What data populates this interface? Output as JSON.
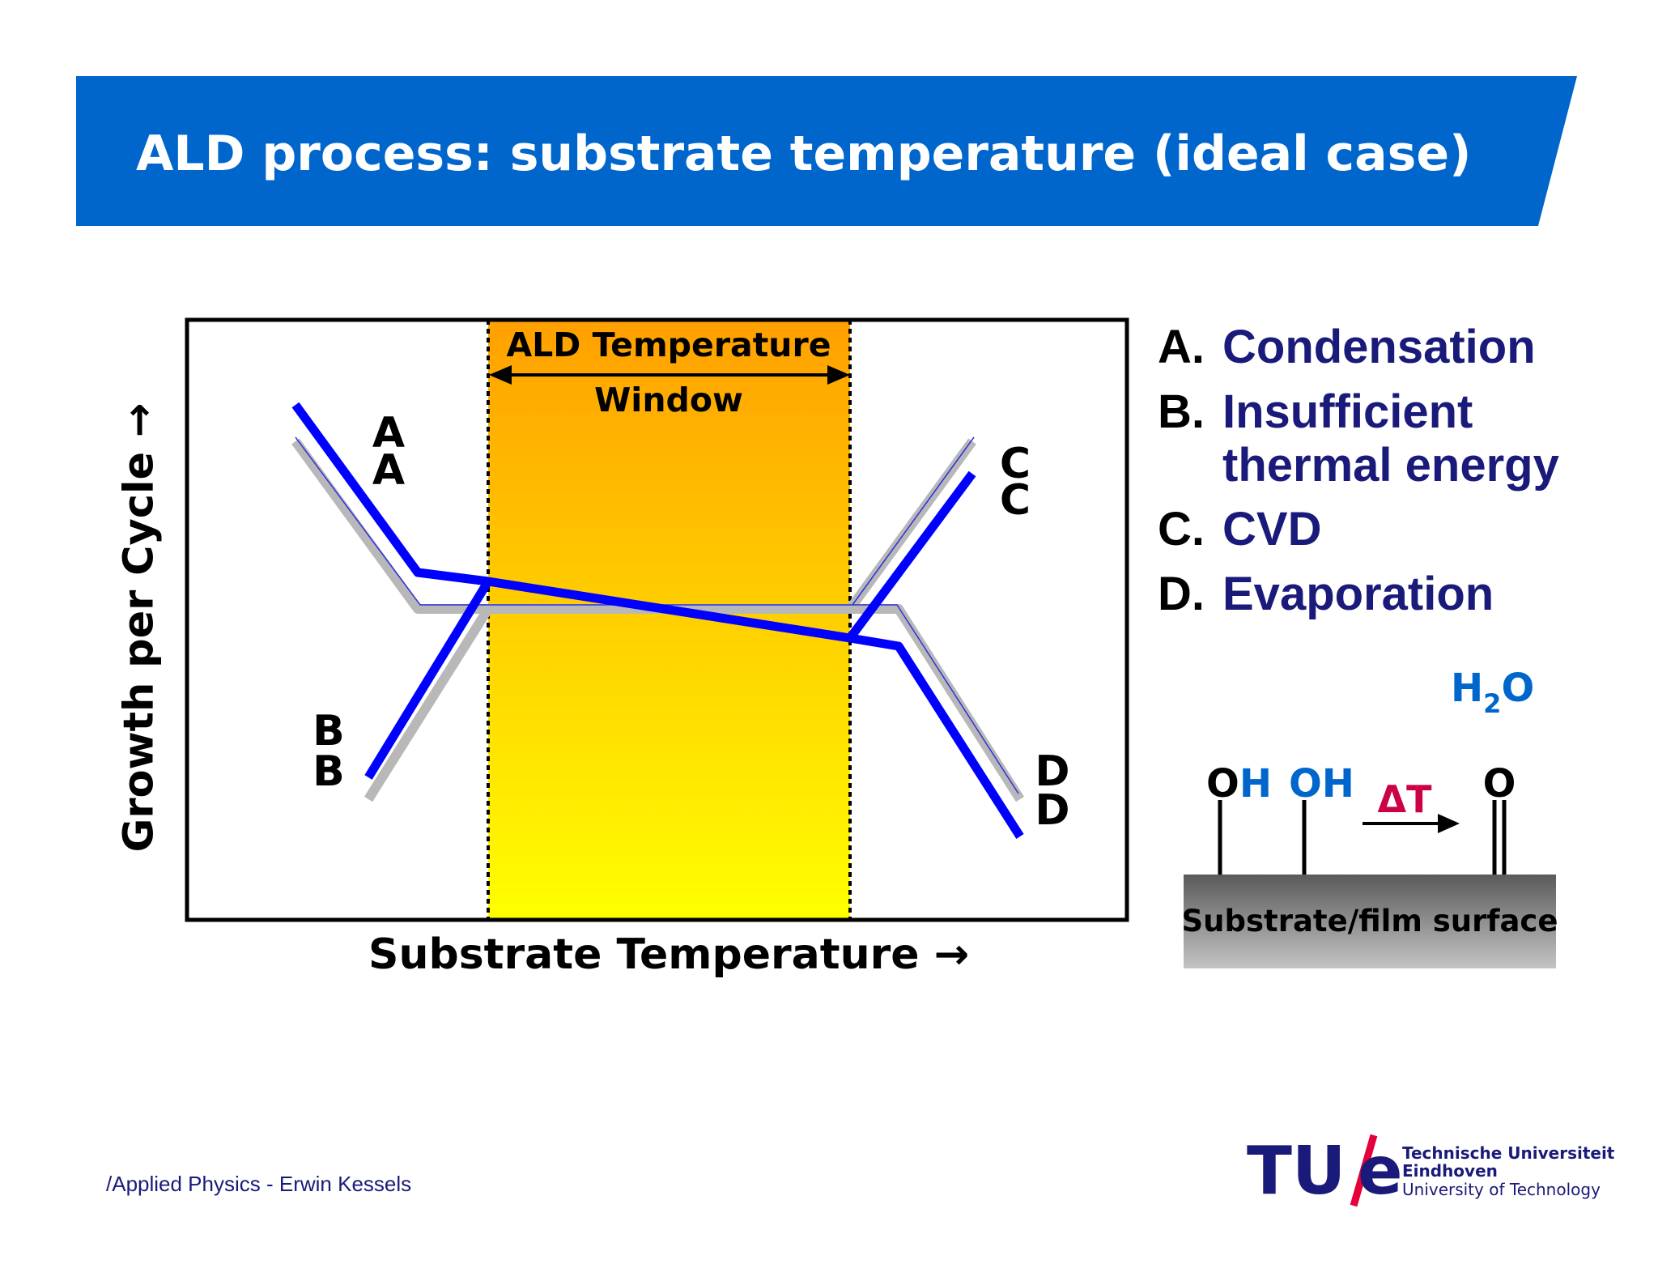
{
  "slide": {
    "title": "ALD process: substrate temperature (ideal case)",
    "footer": "/Applied Physics - Erwin Kessels"
  },
  "diagram": {
    "y_axis_label": "Growth per Cycle →",
    "x_axis_label": "Substrate Temperature →",
    "window_label_line1": "ALD Temperature",
    "window_label_line2": "Window",
    "curve_labels": [
      "A",
      "B",
      "C",
      "D"
    ]
  },
  "legend": [
    {
      "letter": "A.",
      "text": "Condensation"
    },
    {
      "letter": "B.",
      "text": "Insufficient"
    },
    {
      "letter": "",
      "text": "thermal energy"
    },
    {
      "letter": "C.",
      "text": "CVD"
    },
    {
      "letter": "D.",
      "text": "Evaporation"
    }
  ],
  "surface_diagram": {
    "molecule_H": "H",
    "molecule_sub": "2",
    "molecule_O": "O",
    "group1_O": "O",
    "group1_H": "H",
    "group2": "OH",
    "arrow_label": "ΔT",
    "group3": "O",
    "substrate_label": "Substrate/film surface"
  },
  "logo": {
    "mark_tu": "TU",
    "mark_e": "e",
    "line1": "Technische Universiteit",
    "line2": "Eindhoven",
    "line3": "University of Technology"
  },
  "colors": {
    "banner_blue": "#0066cc",
    "curve_blue": "#0000ff",
    "shadow_gray": "#b8b8b8",
    "window_top": "#ffa000",
    "window_bottom": "#ffff00",
    "legend_navy": "#1a1a7a",
    "oh_blue": "#0066cc",
    "delta_red": "#cc0044",
    "logo_red": "#e4003a"
  }
}
